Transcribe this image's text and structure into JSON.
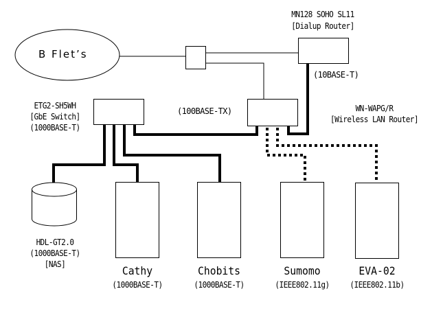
{
  "diagram": {
    "type": "network-topology",
    "colors": {
      "line": "#000000",
      "background": "#ffffff"
    },
    "nodes": {
      "internet": {
        "label": "B Flet’s",
        "shape": "ellipse"
      },
      "splitter": {
        "label": "",
        "shape": "box"
      },
      "dialup_router": {
        "name": "MN128 SOHO SL11",
        "role": "[Dialup Router]",
        "port": "(10BASE-T)"
      },
      "wireless_router": {
        "name": "WN-WAPG/R",
        "role": "[Wireless LAN Router]",
        "port": "(100BASE-TX)"
      },
      "switch": {
        "name": "ETG2-SH5WH",
        "role": "[GbE Switch]",
        "port": "(1000BASE-T)"
      },
      "nas": {
        "name": "HDL-GT2.0",
        "port": "(1000BASE-T)",
        "role": "[NAS]",
        "shape": "cylinder"
      },
      "cathy": {
        "name": "Cathy",
        "port": "(1000BASE-T)"
      },
      "chobits": {
        "name": "Chobits",
        "port": "(1000BASE-T)"
      },
      "sumomo": {
        "name": "Sumomo",
        "port": "(IEEE802.11g)"
      },
      "eva02": {
        "name": "EVA-02",
        "port": "(IEEE802.11b)"
      }
    },
    "links": [
      {
        "from": "internet",
        "to": "splitter",
        "style": "thin"
      },
      {
        "from": "splitter",
        "to": "dialup_router",
        "style": "thin"
      },
      {
        "from": "splitter",
        "to": "wireless_router",
        "style": "thin"
      },
      {
        "from": "dialup_router",
        "to": "wireless_router",
        "style": "thick",
        "label": "10BASE-T"
      },
      {
        "from": "switch",
        "to": "wireless_router",
        "style": "thick"
      },
      {
        "from": "switch",
        "to": "nas",
        "style": "thick"
      },
      {
        "from": "switch",
        "to": "cathy",
        "style": "thick"
      },
      {
        "from": "switch",
        "to": "chobits",
        "style": "thick"
      },
      {
        "from": "wireless_router",
        "to": "sumomo",
        "style": "dotted"
      },
      {
        "from": "wireless_router",
        "to": "eva02",
        "style": "dotted"
      }
    ]
  }
}
